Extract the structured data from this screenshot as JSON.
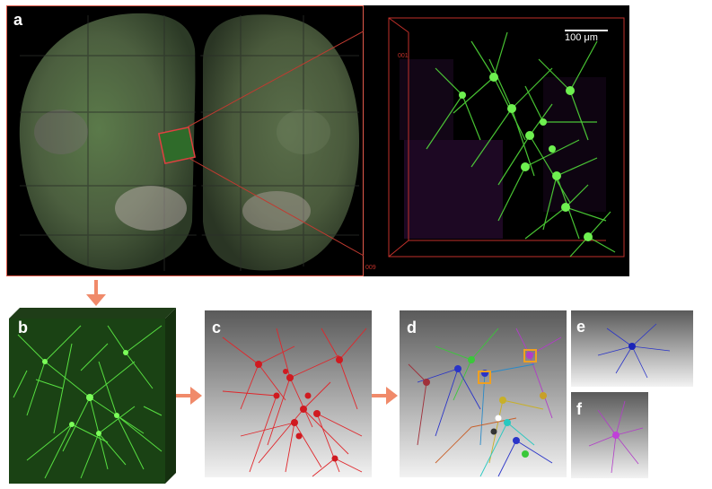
{
  "figure": {
    "panels": {
      "a": {
        "label": "a"
      },
      "b": {
        "label": "b"
      },
      "c": {
        "label": "c"
      },
      "d": {
        "label": "d"
      },
      "e": {
        "label": "e"
      },
      "f": {
        "label": "f"
      }
    },
    "scale_bar": {
      "label": "100 μm"
    },
    "colors": {
      "neuron_green": "#55e63c",
      "neuron_red": "#e0262b",
      "magenta": "#b23cc8",
      "blue": "#2a34c8",
      "arrow": "#f08a6a",
      "outline": "#e0524a"
    }
  }
}
